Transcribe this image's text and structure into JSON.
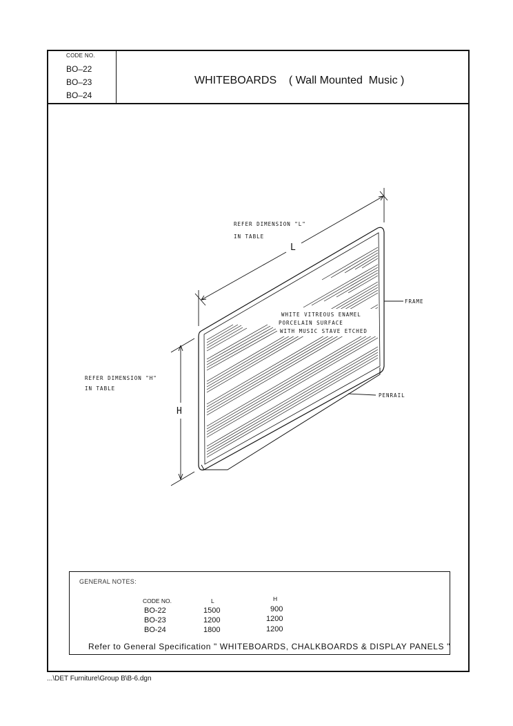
{
  "header": {
    "code_label": "CODE  NO.",
    "codes": [
      "BO–22",
      "BO–23",
      "BO–24"
    ],
    "title": "WHITEBOARDS    ( Wall Mounted  Music )"
  },
  "drawing": {
    "dim_l_note": [
      "REFER DIMENSION \"L\"",
      "IN TABLE"
    ],
    "dim_l": "L",
    "dim_h_note": [
      "REFER DIMENSION \"H\"",
      "IN TABLE"
    ],
    "dim_h": "H",
    "frame_label": "FRAME",
    "penrail_label": "PENRAIL",
    "surface_note": [
      "WHITE VITREOUS ENAMEL",
      "PORCELAIN SURFACE",
      "WITH MUSIC STAVE ETCHED"
    ]
  },
  "notes": {
    "heading": "GENERAL NOTES:",
    "columns": [
      "CODE NO.",
      "L",
      "H"
    ],
    "rows": [
      [
        "BO-22",
        "1500",
        "900"
      ],
      [
        "BO-23",
        "1200",
        "1200"
      ],
      [
        "BO-24",
        "1800",
        "1200"
      ]
    ],
    "reference": "Refer to General Specification \" WHITEBOARDS, CHALKBOARDS & DISPLAY PANELS \""
  },
  "footer": {
    "path": "...\\DET Furniture\\Group B\\B-6.dgn"
  }
}
